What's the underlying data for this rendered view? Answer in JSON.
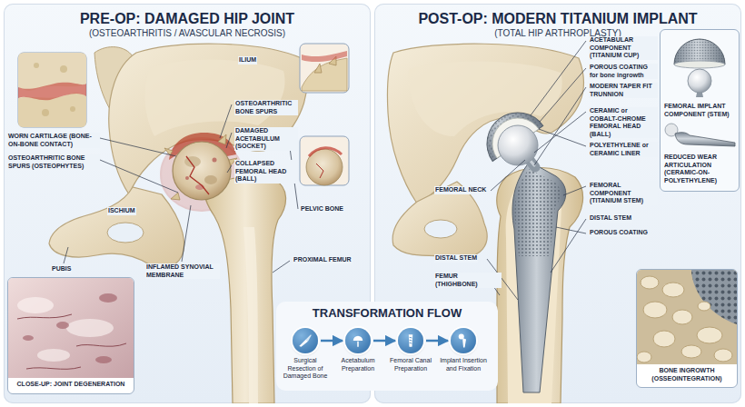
{
  "diagram": {
    "nodes": [
      {
        "text": [
          "PRE-OP: DAMAGED HIP JOINT",
          "(OSTEOARTHRITIS / AVASCULAR NECROSIS)"
        ]
      },
      {
        "text": [
          "CLOSE-UP: JOINT DEGENERATION"
        ],
        "in": 0
      },
      {
        "text": [
          "POST-OP: MODERN TITANIUM IMPLANT",
          "(TOTAL HIP ARTHROPLASTY)"
        ]
      },
      {
        "text": [
          "FEMORAL IMPLANT COMPONENT (STEM)",
          "REDUCED WEAR ARTICULATION (CERAMIC-ON-POLYETHYLENE)"
        ],
        "in": 2
      },
      {
        "text": [
          "BONE INGROWTH (OSSEOINTEGRATION)"
        ],
        "in": 2
      },
      {
        "text": [
          "Surgical Resection of Damaged Bone"
        ]
      },
      {
        "text": [
          "Acetabulum Preparation"
        ]
      },
      {
        "text": [
          "Femoral Canal Preparation"
        ]
      },
      {
        "text": [
          "Implant Insertion and Fixation"
        ]
      }
    ],
    "edges": [
      {
        "from": 5,
        "to": 6,
        "arrow": "to"
      },
      {
        "from": 6,
        "to": 7,
        "arrow": "to"
      },
      {
        "from": 7,
        "to": 8,
        "arrow": "to"
      }
    ],
    "labels": [
      "WORN CARTILAGE (BONE-ON-BONE CONTACT)",
      "OSTEOARTHRITIC BONE SPURS (OSTEOPHYTES)",
      "ILIUM",
      "OSTEOARTHRITIC BONE SPURS",
      "DAMAGED ACETABULUM (SOCKET)",
      "COLLAPSED FEMORAL HEAD (BALL)",
      "ISCHIUM",
      "PELVIC BONE",
      "PUBIS",
      "INFLAMED SYNOVIAL MEMBRANE",
      "PROXIMAL FEMUR",
      "ACETABULAR COMPONENT (TITANIUM CUP)",
      "POROUS COATING for bone ingrowth",
      "MODERN TAPER FIT TRUNNION",
      "CERAMIC or COBALT-CHROME FEMORAL HEAD (BALL)",
      "POLYETHYLENE or CERAMIC LINER",
      "FEMORAL NECK",
      "FEMORAL COMPONENT (TITANIUM STEM)",
      "DISTAL STEM",
      "POROUS COATING",
      "DISTAL STEM",
      "FEMUR (THIGHBONE)",
      "TRANSFORMATION FLOW"
    ]
  }
}
